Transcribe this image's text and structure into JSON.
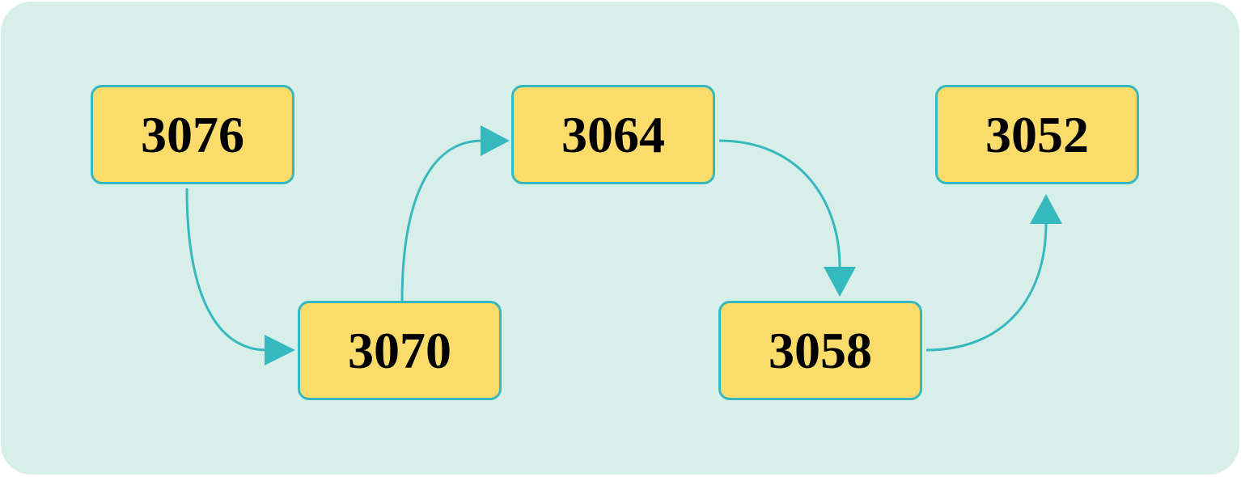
{
  "colors": {
    "background": "#d8eee8",
    "node_fill": "#fbdc6b",
    "accent": "#36b9be"
  },
  "nodes": [
    {
      "label": "3076"
    },
    {
      "label": "3070"
    },
    {
      "label": "3064"
    },
    {
      "label": "3058"
    },
    {
      "label": "3052"
    }
  ],
  "edges": [
    {
      "from": "3076",
      "to": "3070"
    },
    {
      "from": "3070",
      "to": "3064"
    },
    {
      "from": "3064",
      "to": "3058"
    },
    {
      "from": "3058",
      "to": "3052"
    }
  ]
}
